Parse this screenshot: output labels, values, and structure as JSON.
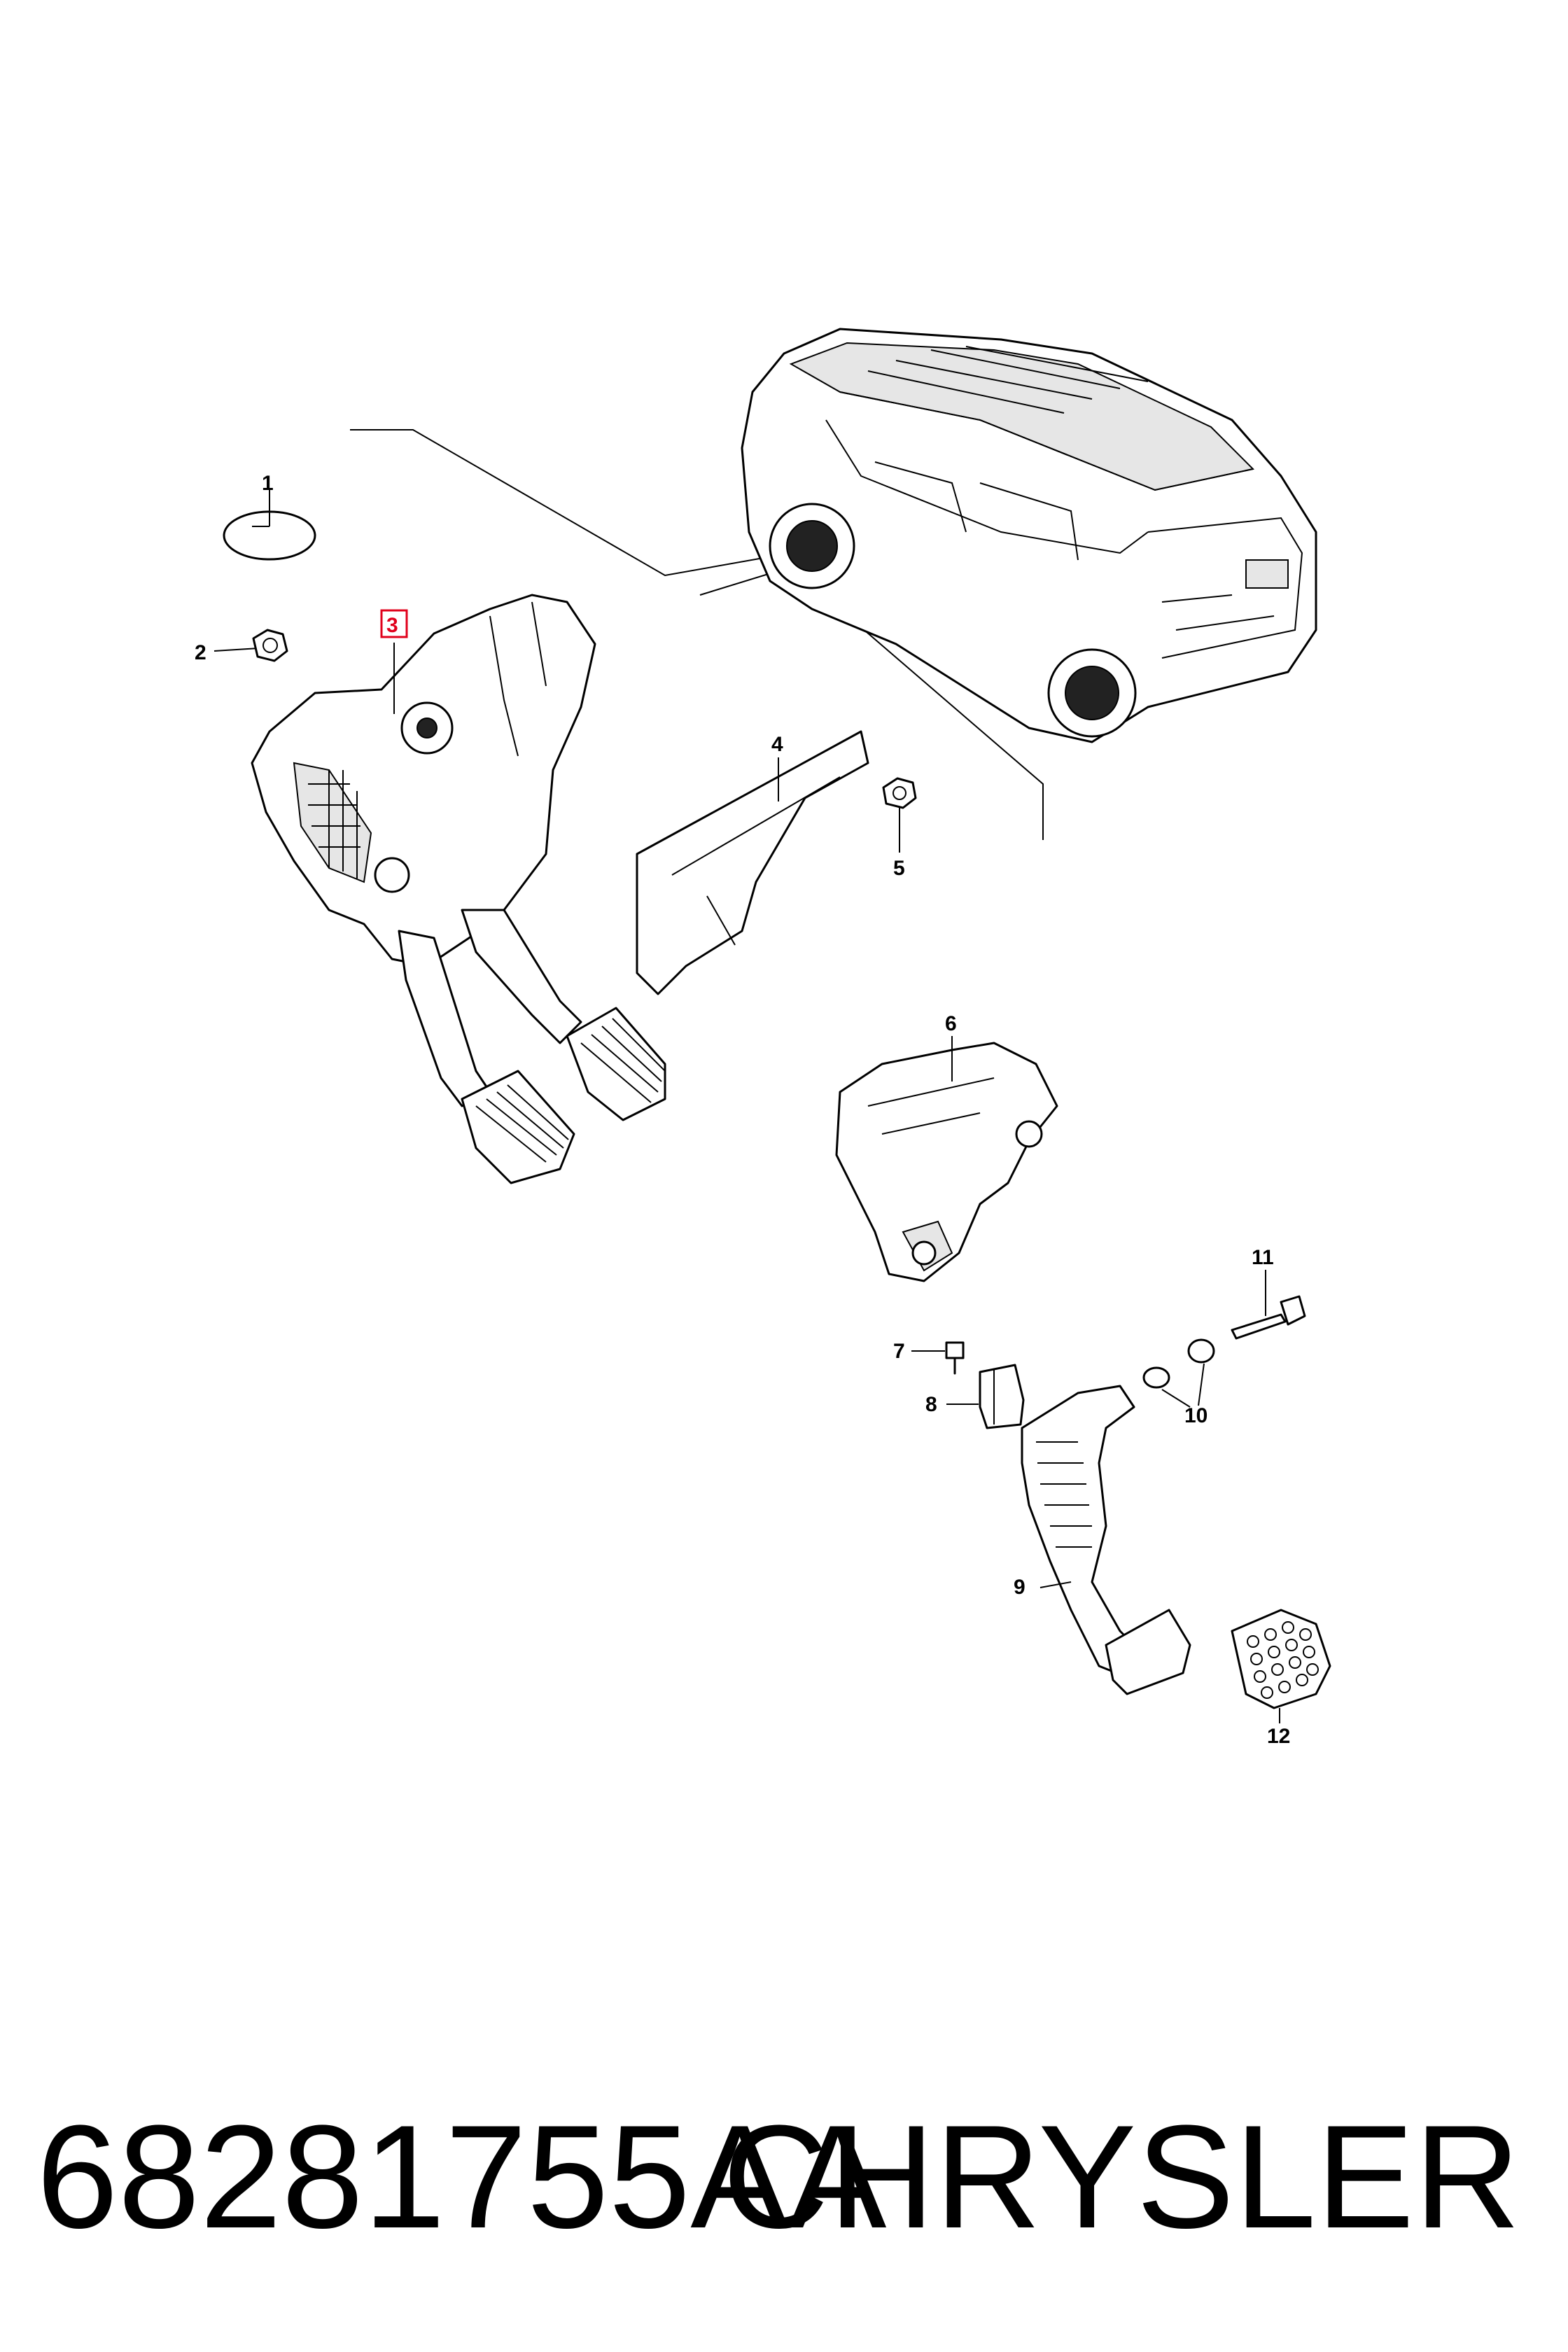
{
  "callouts": {
    "c1": "1",
    "c2": "2",
    "c3": "3",
    "c4": "4",
    "c5": "5",
    "c6": "6",
    "c7": "7",
    "c8": "8",
    "c9": "9",
    "c10": "10",
    "c11": "11",
    "c12": "12"
  },
  "footer": {
    "part_number": "68281755AA",
    "brand": "CHRYSLER"
  },
  "colors": {
    "ink": "#000000",
    "background": "#ffffff",
    "highlight": "#e0001b"
  }
}
